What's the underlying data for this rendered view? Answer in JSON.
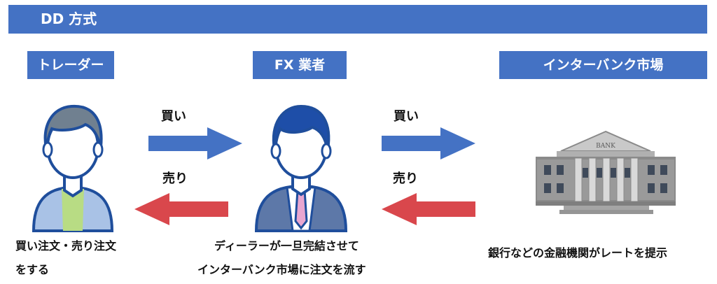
{
  "title": "DD 方式",
  "actors": {
    "trader": "トレーダー",
    "fx": "FX 業者",
    "market": "インターバンク市場"
  },
  "arrows": {
    "buy1": "買い",
    "sell1": "売り",
    "buy2": "買い",
    "sell2": "売り"
  },
  "captions": {
    "trader_line1": "買い注文・売り注文",
    "trader_line2": "をする",
    "fx_line1": "ディーラーが一旦完結させて",
    "fx_line2": "インターバンク市場に注文を流す",
    "bank": "銀行などの金融機関がレートを提示"
  },
  "bank_sign": "BANK",
  "colors": {
    "banner": "#4472c4",
    "buy_arrow": "#4472c4",
    "sell_arrow": "#d9474c"
  }
}
